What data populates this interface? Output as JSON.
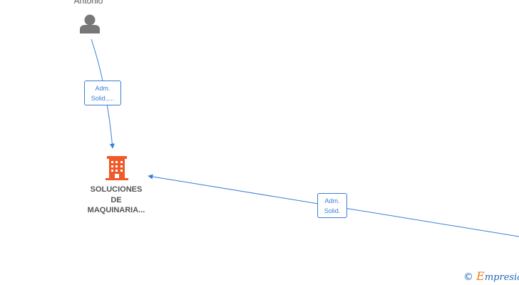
{
  "nodes": {
    "person": {
      "name": "Antonio",
      "icon": "person-icon"
    },
    "company": {
      "name_lines": [
        "SOLUCIONES",
        "DE",
        "MAQUINARIA..."
      ],
      "icon": "building-icon",
      "color": "#f05a28"
    }
  },
  "edges": [
    {
      "label_lines": [
        "Adm.",
        "Solid.,..."
      ]
    },
    {
      "label_lines": [
        "Adm.",
        "Solid."
      ]
    }
  ],
  "footer": {
    "copyright_symbol": "©",
    "brand_first_letter": "E",
    "brand_rest": "mpresia"
  },
  "colors": {
    "edge": "#3a7dd6",
    "person_icon": "#777777",
    "brand_blue": "#1f66b3",
    "brand_orange": "#f07d1a"
  }
}
